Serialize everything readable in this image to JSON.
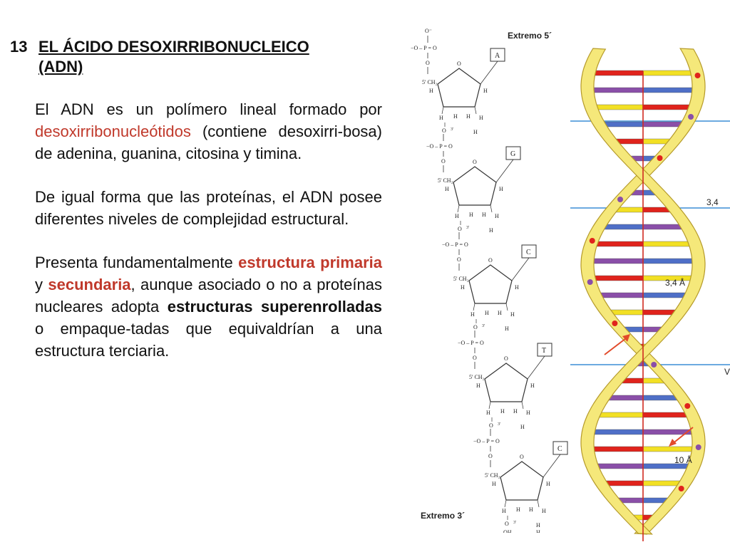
{
  "heading": {
    "number": "13",
    "title_line1": "EL ÁCIDO DESOXIRRIBONUCLEICO",
    "title_line2": "(ADN)"
  },
  "paragraph1": {
    "part1": "El ADN es un polímero lineal formado por ",
    "highlight": "desoxirribonucleótidos",
    "part2": " (contiene desoxirri-bosa) de adenina, guanina, citosina y timina."
  },
  "paragraph2": {
    "text": "De igual forma que las proteínas, el ADN posee diferentes niveles de complejidad estructural."
  },
  "paragraph3": {
    "part1": "Presenta fundamentalmente ",
    "highlight1": "estructura primaria",
    "part2": " y ",
    "highlight2": "secundaria",
    "part3": ", aunque asociado o no a proteínas nucleares adopta ",
    "bold": "estructuras superenrolladas",
    "part4": " o empaque-tadas que equivaldrían a una estructura terciaria."
  },
  "strand_diagram": {
    "top_label": "Extremo 5´",
    "bottom_label": "Extremo 3´",
    "bases": [
      "A",
      "G",
      "C",
      "T",
      "C"
    ],
    "phosphate_label": "−O – P = O",
    "o_minus": "O⁻",
    "o_label": "O",
    "ch2_label": "5' CH₂",
    "h_label": "H",
    "oh_label": "OH",
    "prime3": "3'"
  },
  "helix_diagram": {
    "label_pitch_small": "3,4 Å",
    "label_width": "10 Å",
    "label_edge": "3,4",
    "label_edge2": "V",
    "colors": {
      "backbone": "#f5e87a",
      "backbone_edge": "#b59a2a",
      "rung_red": "#e0231c",
      "rung_blue": "#4f6fc7",
      "rung_purple": "#8a4fa8",
      "rung_yellow": "#f2e024",
      "axis": "#d02a20",
      "guide": "#3b8ed6",
      "arrow": "#e24a2a"
    }
  }
}
